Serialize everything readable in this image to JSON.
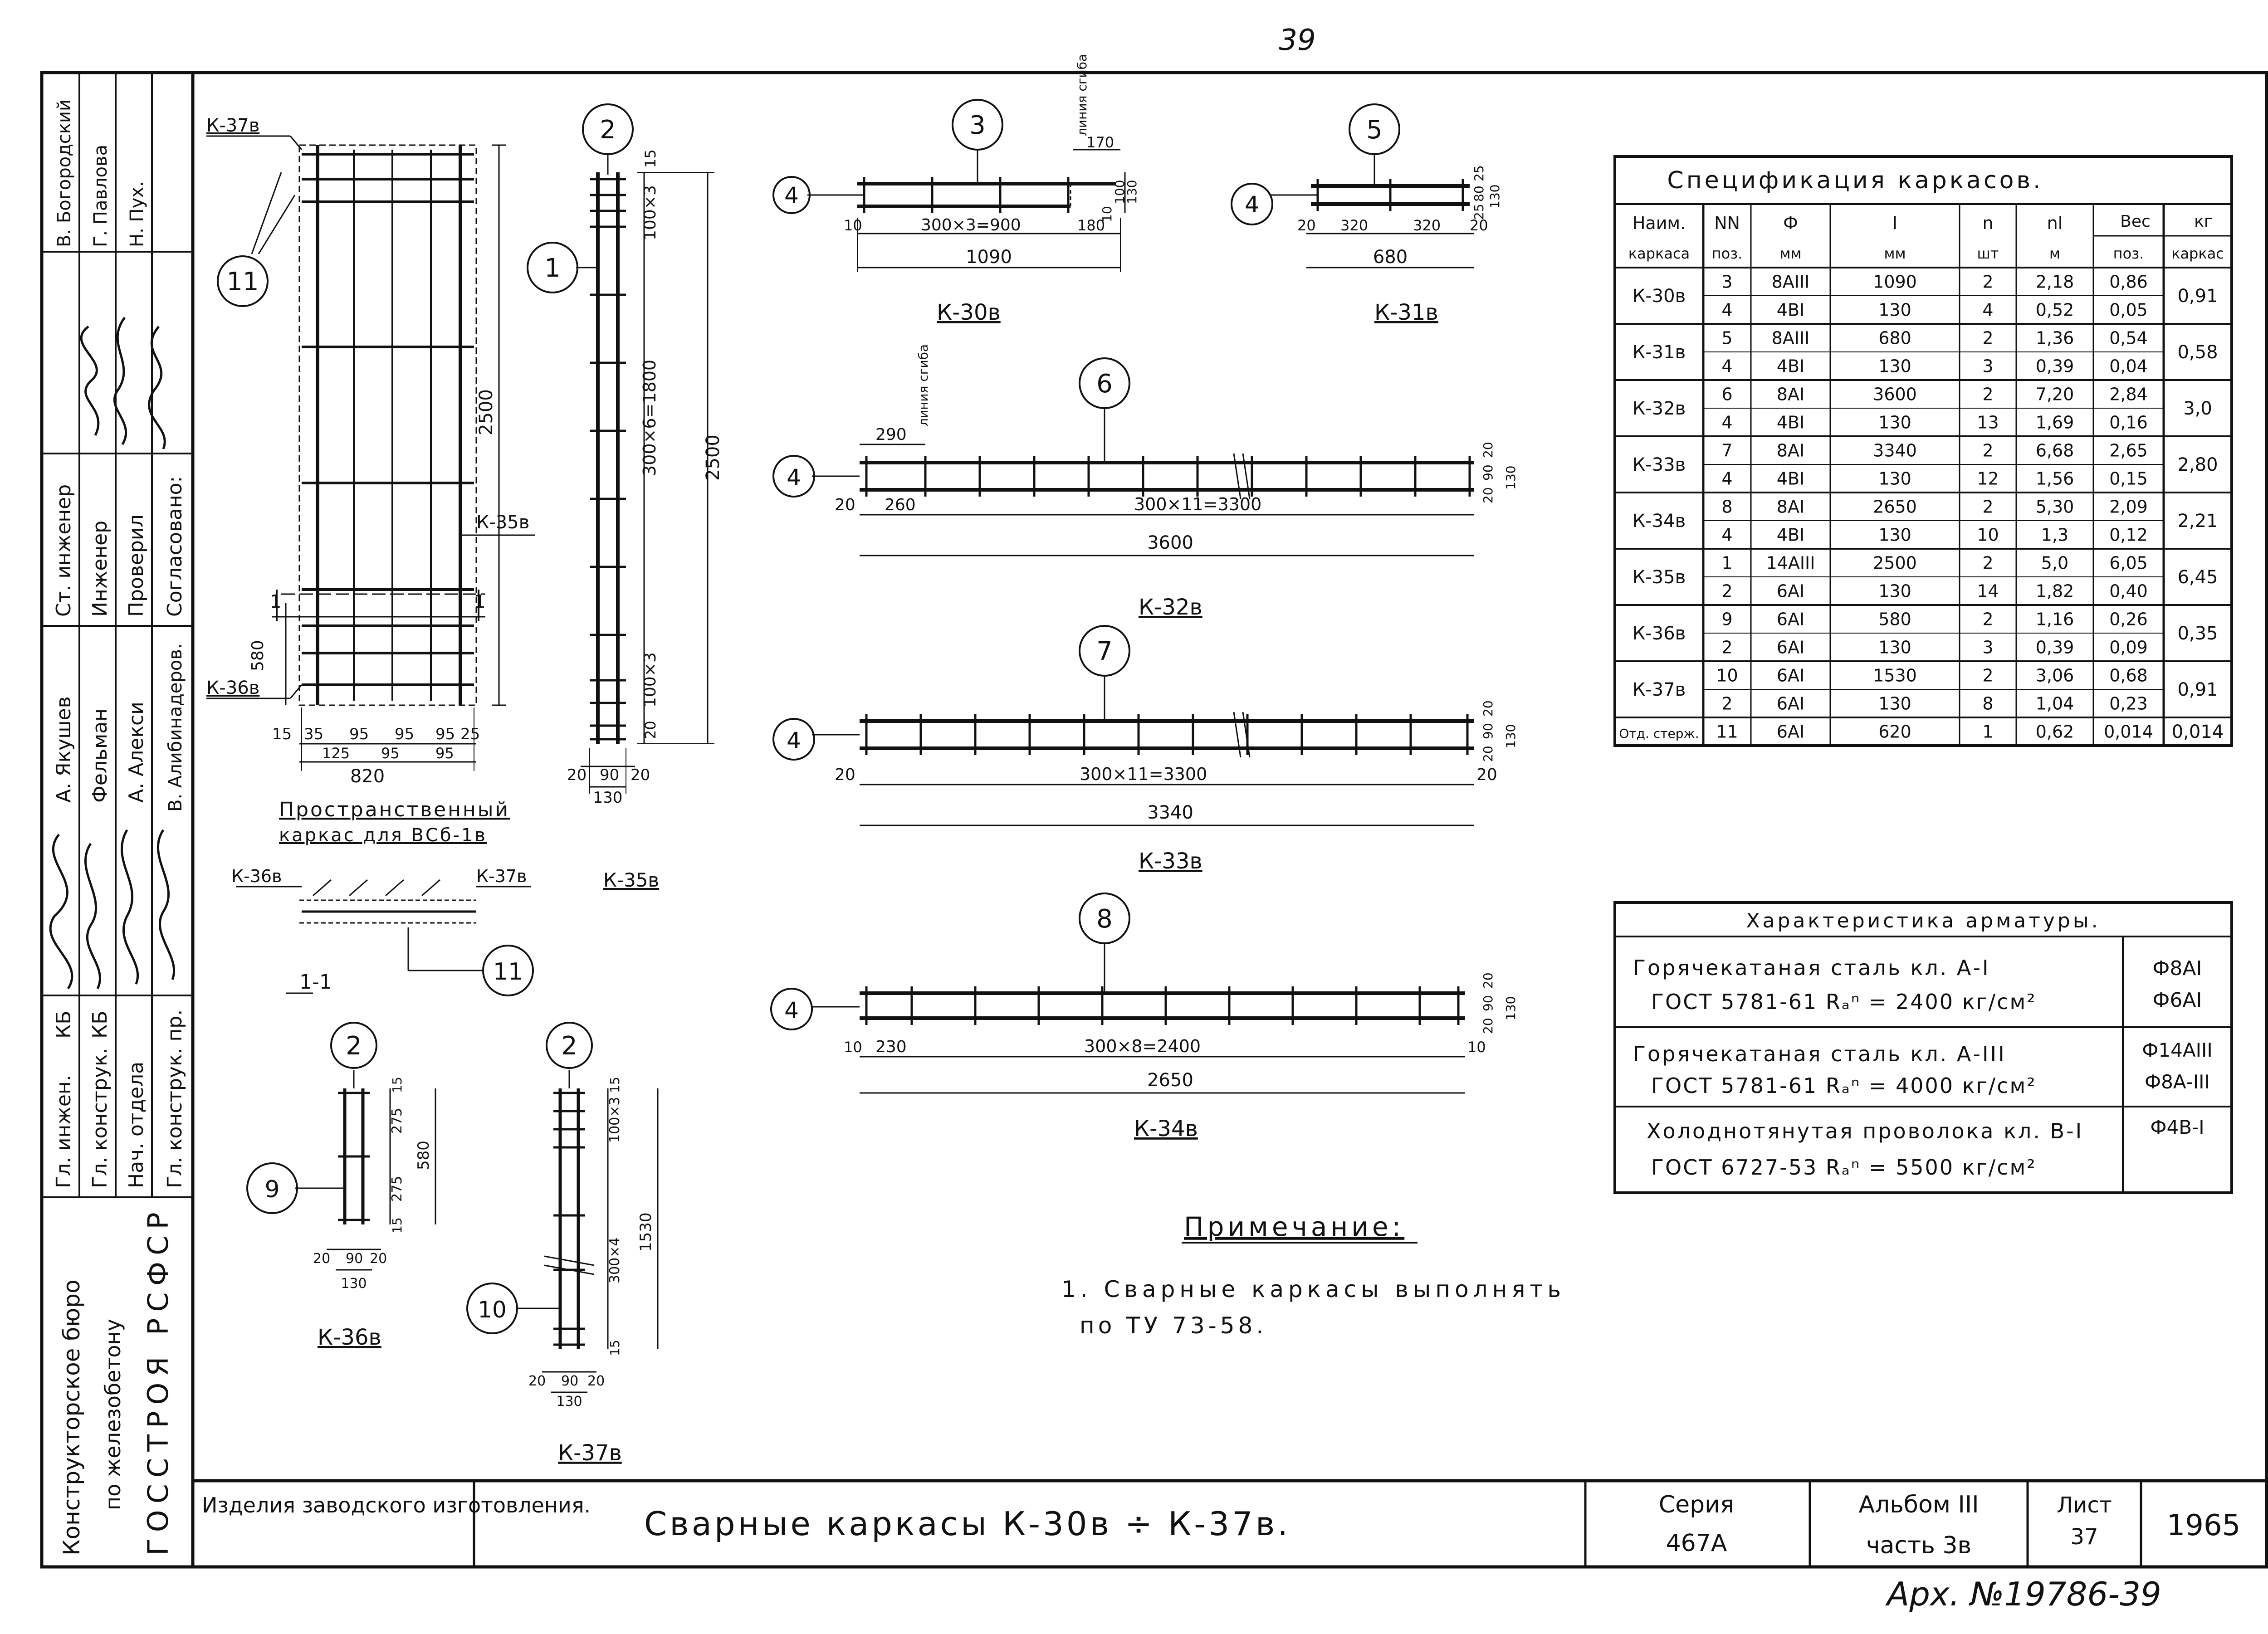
{
  "sheet": {
    "page_number": "39",
    "archive_number": "Арх. №19786-39"
  },
  "side_stamp": {
    "org_line1": "Конструкторское бюро",
    "org_line2": "по железобетону",
    "org_line3": "ГОССТРОЯ РСФСР",
    "roles": [
      "Гл. инжен.",
      "Гл. конструк.",
      "Нач. отдела",
      "Гл. конструк. пр.",
      "Ст. инженер",
      "Инженер",
      "Проверил",
      "Согласовано:"
    ],
    "names_a": [
      "А. Якушев",
      "Фельман",
      "А. Алекси",
      "В. Алибинадеров."
    ],
    "names_b": [
      "В. Богородский",
      "Г. Павлова",
      "Н. Пух."
    ],
    "kb_marks": [
      "КБ",
      "КБ"
    ]
  },
  "title_block": {
    "product": "Изделия заводского изготовления.",
    "title": "Сварные каркасы К-30в ÷ К-37в.",
    "series_label": "Серия",
    "series_value": "467А",
    "album_label": "Альбом III",
    "part_label": "часть 3в",
    "sheet_label": "Лист",
    "sheet_value": "37",
    "year": "1965"
  },
  "spec_table": {
    "title": "Спецификация каркасов.",
    "headers": [
      "Наим. каркаса",
      "NN поз.",
      "Ф мм",
      "l мм",
      "n шт",
      "nl м",
      "Вес кг поз.",
      "Вес кг каркас"
    ],
    "header_top": [
      "Наим.",
      "NN",
      "Ф",
      "l",
      "n",
      "nl",
      "Вес",
      "кг"
    ],
    "header_bottom": [
      "каркаса",
      "поз.",
      "мм",
      "мм",
      "шт",
      "м",
      "поз.",
      "каркас"
    ],
    "groups": [
      {
        "name": "К-30в",
        "total": "0,91",
        "rows": [
          [
            "3",
            "8АIII",
            "1090",
            "2",
            "2,18",
            "0,86"
          ],
          [
            "4",
            "4ВI",
            "130",
            "4",
            "0,52",
            "0,05"
          ]
        ]
      },
      {
        "name": "К-31в",
        "total": "0,58",
        "rows": [
          [
            "5",
            "8АIII",
            "680",
            "2",
            "1,36",
            "0,54"
          ],
          [
            "4",
            "4ВI",
            "130",
            "3",
            "0,39",
            "0,04"
          ]
        ]
      },
      {
        "name": "К-32в",
        "total": "3,0",
        "rows": [
          [
            "6",
            "8АI",
            "3600",
            "2",
            "7,20",
            "2,84"
          ],
          [
            "4",
            "4ВI",
            "130",
            "13",
            "1,69",
            "0,16"
          ]
        ]
      },
      {
        "name": "К-33в",
        "total": "2,80",
        "rows": [
          [
            "7",
            "8АI",
            "3340",
            "2",
            "6,68",
            "2,65"
          ],
          [
            "4",
            "4ВI",
            "130",
            "12",
            "1,56",
            "0,15"
          ]
        ]
      },
      {
        "name": "К-34в",
        "total": "2,21",
        "rows": [
          [
            "8",
            "8АI",
            "2650",
            "2",
            "5,30",
            "2,09"
          ],
          [
            "4",
            "4ВI",
            "130",
            "10",
            "1,3",
            "0,12"
          ]
        ]
      },
      {
        "name": "К-35в",
        "total": "6,45",
        "rows": [
          [
            "1",
            "14АIII",
            "2500",
            "2",
            "5,0",
            "6,05"
          ],
          [
            "2",
            "6АI",
            "130",
            "14",
            "1,82",
            "0,40"
          ]
        ]
      },
      {
        "name": "К-36в",
        "total": "0,35",
        "rows": [
          [
            "9",
            "6АI",
            "580",
            "2",
            "1,16",
            "0,26"
          ],
          [
            "2",
            "6АI",
            "130",
            "3",
            "0,39",
            "0,09"
          ]
        ]
      },
      {
        "name": "К-37в",
        "total": "0,91",
        "rows": [
          [
            "10",
            "6АI",
            "1530",
            "2",
            "3,06",
            "0,68"
          ],
          [
            "2",
            "6АI",
            "130",
            "8",
            "1,04",
            "0,23"
          ]
        ]
      },
      {
        "name": "Отд. стерж.",
        "total": "0,014",
        "rows": [
          [
            "11",
            "6АI",
            "620",
            "1",
            "0,62",
            "0,014"
          ]
        ]
      }
    ]
  },
  "armature_table": {
    "title": "Характеристика арматуры.",
    "rows": [
      {
        "line1": "Горячекатаная сталь кл. А-I",
        "line2": "ГОСТ 5781-61  Rₐⁿ = 2400 кг/см²",
        "grades": [
          "Ф8АI",
          "Ф6АI"
        ]
      },
      {
        "line1": "Горячекатаная сталь кл. А-III",
        "line2": "ГОСТ 5781-61  Rₐⁿ = 4000 кг/см²",
        "grades": [
          "Ф14АIII",
          "Ф8А-III"
        ]
      },
      {
        "line1": "Холоднотянутая проволока кл. В-I",
        "line2": "ГОСТ 6727-53  Rₐⁿ = 5500 кг/см²",
        "grades": [
          "Ф4В-I"
        ]
      }
    ]
  },
  "note": {
    "title": "Примечание:",
    "line1": "1. Сварные каркасы выполнять",
    "line2": "по ТУ 73-58."
  },
  "frames": {
    "spatial": {
      "caption1": "Пространственный",
      "caption2": "каркас для ВСб-1в",
      "top_label": "К-37в",
      "bottom_label": "К-36в",
      "right_label": "К-35в",
      "callout": "11",
      "height": "2500",
      "dim_580": "580",
      "section_mark": "1",
      "bottom_dims": [
        "15",
        "35",
        "95",
        "95",
        "95",
        "25"
      ],
      "bottom_dims2": [
        "125",
        "95",
        "95"
      ],
      "width": "820"
    },
    "section": {
      "caption": "1-1",
      "left_label": "К-36в",
      "right_label": "К-37в",
      "callout": "11"
    },
    "k35": {
      "caption": "К-35в",
      "callout_top": "2",
      "callout_side": "1",
      "dims_v": [
        "15",
        "100×3",
        "300×6=1800",
        "100×3",
        "20"
      ],
      "height": "2500",
      "dims_h": [
        "20",
        "90",
        "20"
      ],
      "width": "130"
    },
    "k30": {
      "caption": "К-30в",
      "callout_top": "3",
      "callout_side": "4",
      "bend_label": "линия сгиба",
      "dim_170": "170",
      "dims_h": [
        "10",
        "300×3=900",
        "180"
      ],
      "length": "1090",
      "dims_v": [
        "10",
        "100",
        "130"
      ]
    },
    "k31": {
      "caption": "К-31в",
      "callout_top": "5",
      "callout_side": "4",
      "dims_h": [
        "20",
        "320",
        "320",
        "20"
      ],
      "length": "680",
      "dims_v": [
        "25",
        "80",
        "25",
        "130"
      ]
    },
    "k32": {
      "caption": "К-32в",
      "callout_top": "6",
      "callout_side": "4",
      "bend_label": "линия сгиба",
      "dim_290": "290",
      "dims_h": [
        "20",
        "260",
        "300×11=3300"
      ],
      "length": "3600",
      "dims_v": [
        "20",
        "90",
        "20",
        "130"
      ]
    },
    "k33": {
      "caption": "К-33в",
      "callout_top": "7",
      "callout_side": "4",
      "dims_h": [
        "20",
        "300×11=3300",
        "20"
      ],
      "length": "3340",
      "dims_v": [
        "20",
        "90",
        "20",
        "130"
      ]
    },
    "k34": {
      "caption": "К-34в",
      "callout_top": "8",
      "callout_side": "4",
      "dims_h": [
        "10",
        "230",
        "300×8=2400",
        "10"
      ],
      "length": "2650",
      "dims_v": [
        "20",
        "90",
        "20",
        "130"
      ]
    },
    "k36": {
      "caption": "К-36в",
      "callout_top": "2",
      "callout_side": "9",
      "dims_v": [
        "15",
        "275",
        "275",
        "15"
      ],
      "height": "580",
      "dims_h": [
        "20",
        "90",
        "20"
      ],
      "width": "130"
    },
    "k37": {
      "caption": "К-37в",
      "callout_top": "2",
      "callout_side": "10",
      "dims_v": [
        "15",
        "100×3",
        "300×4",
        "15"
      ],
      "height": "1530",
      "dims_h": [
        "20",
        "90",
        "20"
      ],
      "width": "130"
    }
  }
}
